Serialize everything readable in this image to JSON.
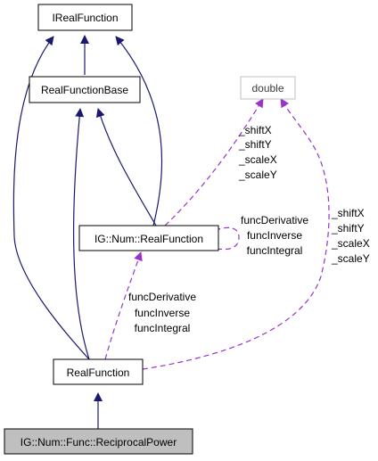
{
  "diagram": {
    "colors": {
      "inheritance": "#191970",
      "usage": "#9a32cd",
      "node_border": "#000000",
      "external_node_border": "#bfbfbf",
      "highlight_fill": "#bfbfbf"
    },
    "nodes": {
      "ireal_function": "IRealFunction",
      "real_function_base": "RealFunctionBase",
      "double": "double",
      "ig_num_real_function": "IG::Num::RealFunction",
      "real_function": "RealFunction",
      "reciprocal_power": "IG::Num::Func::ReciprocalPower"
    },
    "edge_labels": {
      "double_to_ig_num": [
        "_shiftX",
        "_shiftY",
        "_scaleX",
        "_scaleY"
      ],
      "self_loop": [
        "funcDerivative",
        "funcInverse",
        "funcIntegral"
      ],
      "ig_num_to_real_function": [
        "funcDerivative",
        "funcInverse",
        "funcIntegral"
      ],
      "double_to_real_function": [
        "_shiftX",
        "_shiftY",
        "_scaleX",
        "_scaleY"
      ]
    }
  }
}
